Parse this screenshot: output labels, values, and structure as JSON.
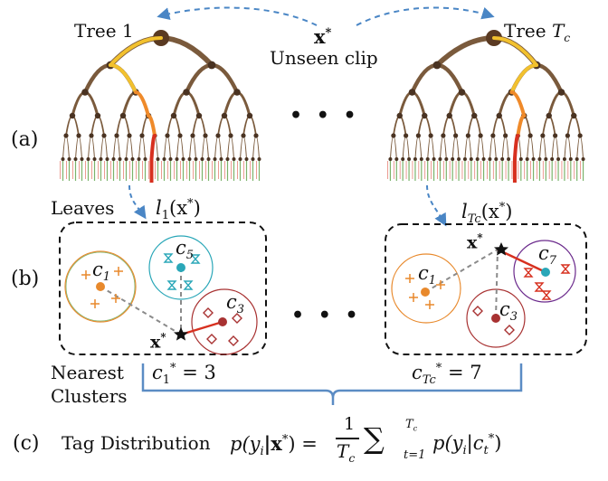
{
  "labels": {
    "tree_1": "Tree 1",
    "tree_tc": "Tree",
    "tree_tc_sym": "T",
    "tree_tc_sub": "c",
    "x_star": "x",
    "star": "*",
    "unseen_clip": "Unseen clip",
    "ellipsis": "• • •",
    "panel_a": "(a)",
    "panel_b": "(b)",
    "panel_c": "(c)",
    "leaves": "Leaves",
    "leaf_fn": "l",
    "leaf_sub_1": "1",
    "leaf_arg": "(x",
    "leaf_arg_close": ")",
    "nearest": "Nearest",
    "clusters": "Clusters",
    "c_sym": "c",
    "c1_sub": "1",
    "c3_sub": "3",
    "c5_sub": "5",
    "c7_sub": "7",
    "c1_star_eq": "= 3",
    "ctc_star_eq": "= 7",
    "tag_distribution": "Tag Distribution",
    "formula_lhs": "p(y",
    "formula_i": "i",
    "formula_mid": "|x",
    "formula_close": ") =",
    "formula_one": "1",
    "formula_sum": "∑",
    "formula_sum_lower": "t=1",
    "formula_rhs": "p(y",
    "formula_rhs_mid": "|c",
    "formula_t": "t",
    "formula_rhs_close": ")"
  },
  "colors": {
    "arrow_blue": "#4a86c5",
    "brace_blue": "#5b8cc4",
    "path_yellow": "#f2c12e",
    "path_orange": "#ef8a2a",
    "path_red": "#d7301f",
    "branch_brown": "#7a5a3c",
    "leaf_green": "#7bb36b",
    "cluster_orange": "#e8892c",
    "cluster_teal": "#2aa7b8",
    "cluster_red": "#a83232",
    "dashed_gray": "#8a8a8a"
  }
}
